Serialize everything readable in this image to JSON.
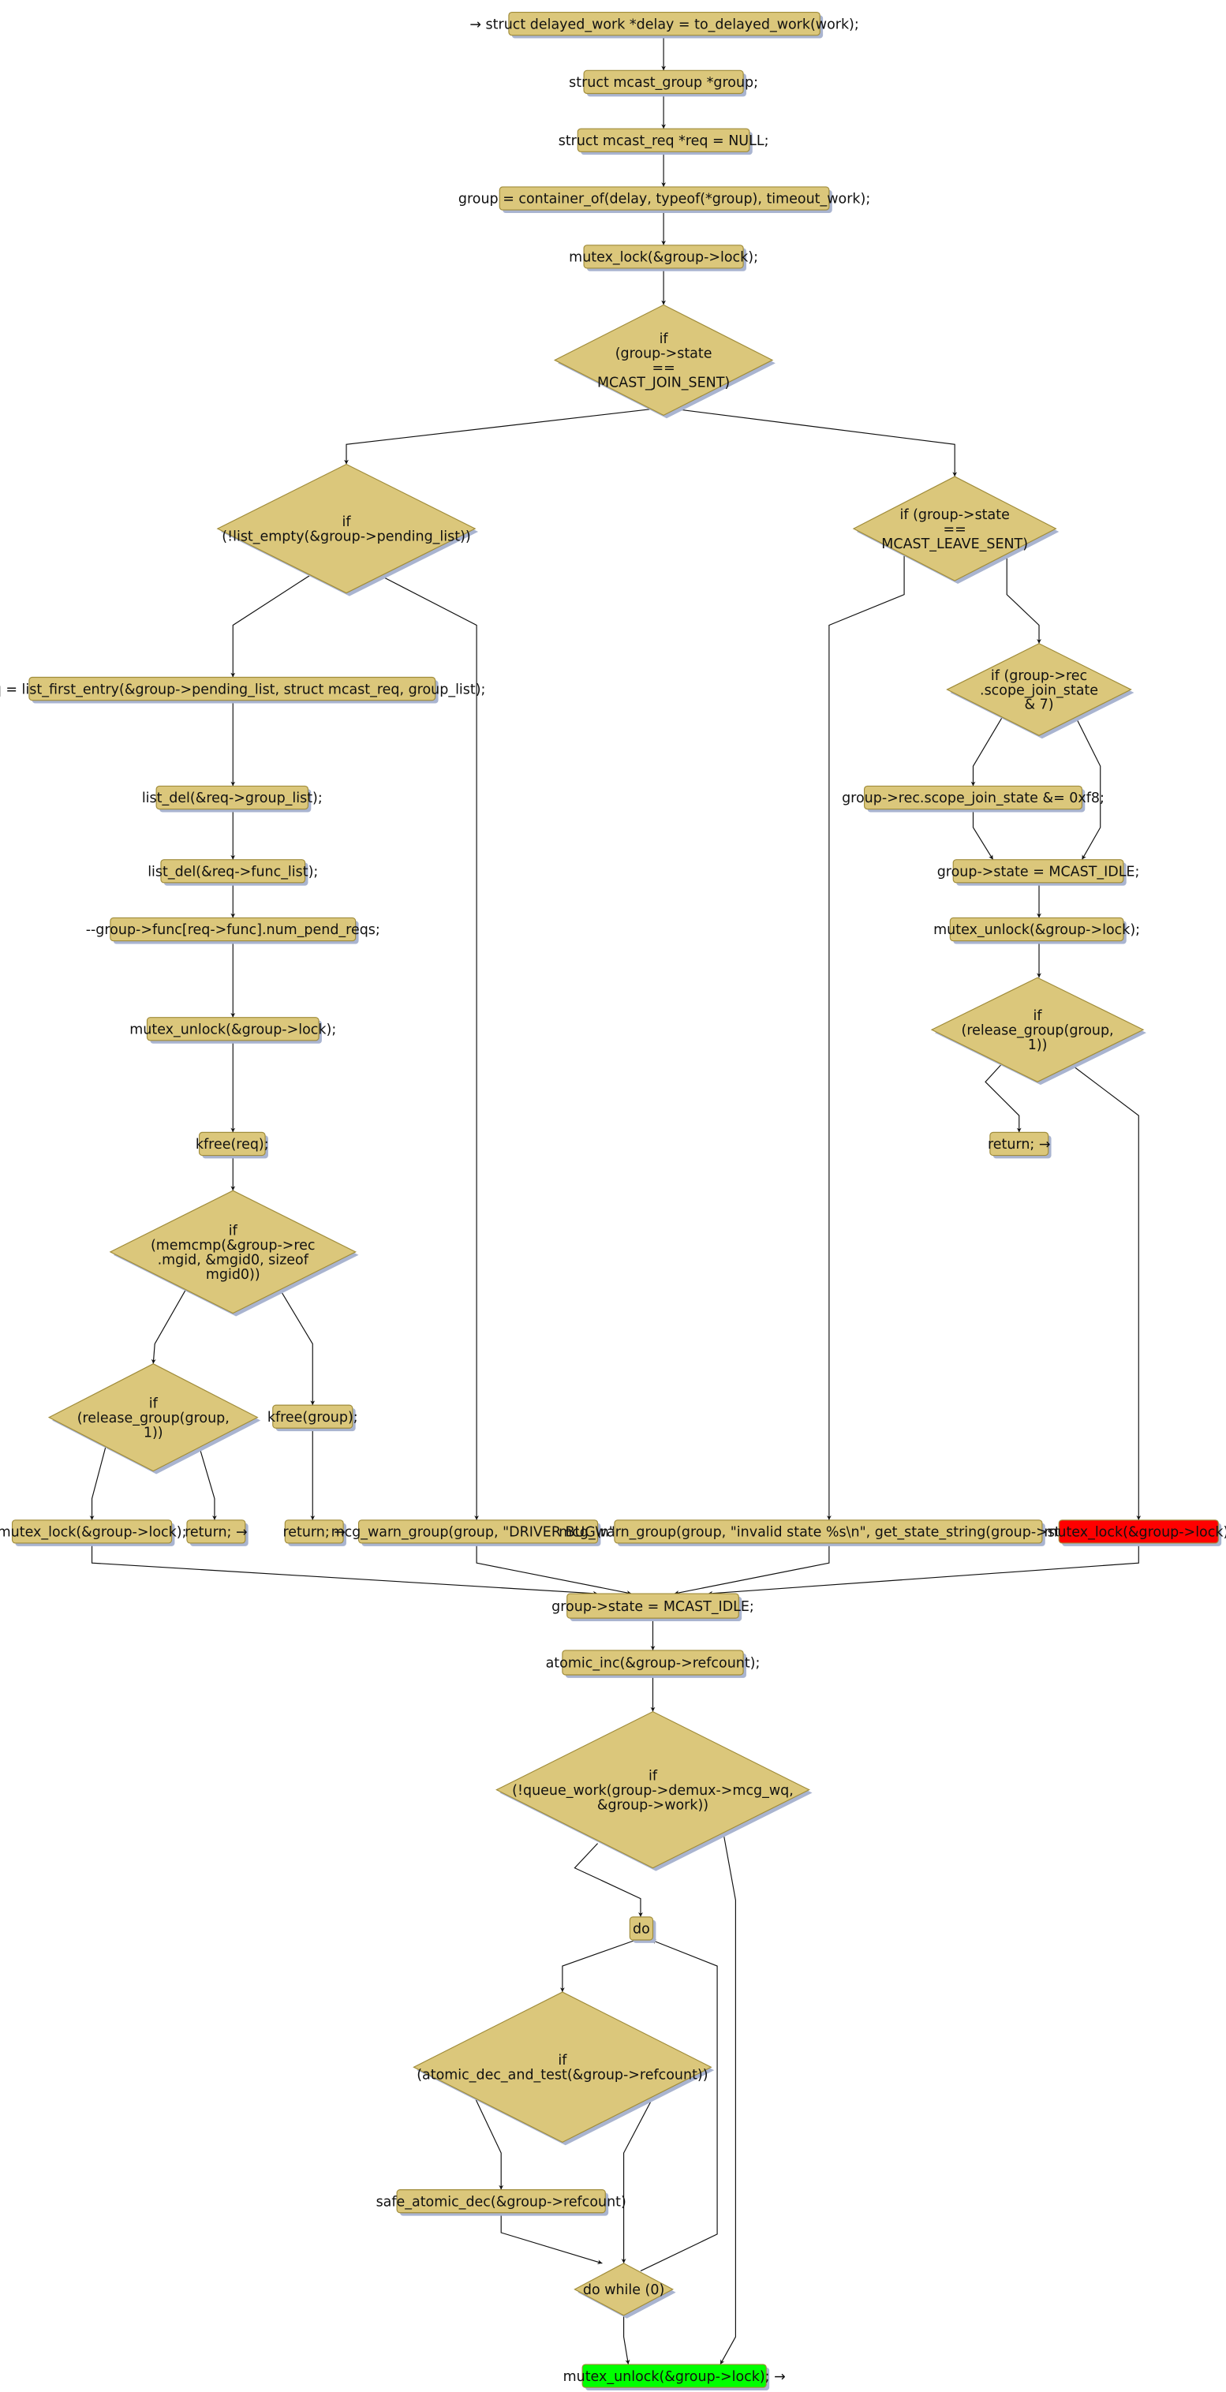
{
  "colors": {
    "node_fill": "#dbc77b",
    "node_stroke": "#a08c3a",
    "shadow": "#a9b4d0",
    "error_fill": "#ff0000",
    "exit_fill": "#00ff00"
  },
  "nodes": [
    {
      "id": "n1",
      "kind": "box",
      "lines": [
        "→ struct delayed_work *delay = to_delayed_work(work);"
      ]
    },
    {
      "id": "n2",
      "kind": "box",
      "lines": [
        "struct mcast_group *group;"
      ]
    },
    {
      "id": "n3",
      "kind": "box",
      "lines": [
        "struct mcast_req *req = NULL;"
      ]
    },
    {
      "id": "n4",
      "kind": "box",
      "lines": [
        "group = container_of(delay, typeof(*group), timeout_work);"
      ]
    },
    {
      "id": "n5",
      "kind": "box",
      "lines": [
        "mutex_lock(&group->lock);"
      ]
    },
    {
      "id": "n6",
      "kind": "diamond",
      "lines": [
        "if",
        "(group->state",
        "==",
        "MCAST_JOIN_SENT)"
      ]
    },
    {
      "id": "n7",
      "kind": "diamond",
      "lines": [
        "if",
        "(!list_empty(&group->pending_list))"
      ]
    },
    {
      "id": "n8",
      "kind": "diamond",
      "lines": [
        "if (group->state",
        "==",
        "MCAST_LEAVE_SENT)"
      ]
    },
    {
      "id": "n9",
      "kind": "box",
      "lines": [
        "req = list_first_entry(&group->pending_list, struct mcast_req, group_list);"
      ]
    },
    {
      "id": "n10",
      "kind": "box",
      "lines": [
        "list_del(&req->group_list);"
      ]
    },
    {
      "id": "n11",
      "kind": "box",
      "lines": [
        "list_del(&req->func_list);"
      ]
    },
    {
      "id": "n12",
      "kind": "box",
      "lines": [
        "--group->func[req->func].num_pend_reqs;"
      ]
    },
    {
      "id": "n13",
      "kind": "box",
      "lines": [
        "mutex_unlock(&group->lock);"
      ]
    },
    {
      "id": "n14",
      "kind": "box",
      "lines": [
        "kfree(req);"
      ]
    },
    {
      "id": "n15",
      "kind": "diamond",
      "lines": [
        "if",
        "(memcmp(&group->rec",
        ".mgid, &mgid0, sizeof",
        "mgid0))"
      ]
    },
    {
      "id": "n16",
      "kind": "diamond",
      "lines": [
        "if",
        "(release_group(group,",
        "1))"
      ]
    },
    {
      "id": "n17",
      "kind": "box",
      "lines": [
        "kfree(group);"
      ]
    },
    {
      "id": "n18",
      "kind": "box",
      "lines": [
        "mutex_lock(&group->lock);"
      ]
    },
    {
      "id": "n19",
      "kind": "box",
      "lines": [
        "return; →"
      ]
    },
    {
      "id": "n20",
      "kind": "box",
      "lines": [
        "return; →"
      ]
    },
    {
      "id": "n21",
      "kind": "box",
      "lines": [
        "mcg_warn_group(group, \"DRIVER BUG\\n\");"
      ]
    },
    {
      "id": "n22",
      "kind": "box",
      "lines": [
        "mcg_warn_group(group, \"invalid state %s\\n\", get_state_string(group->state));"
      ]
    },
    {
      "id": "n23",
      "kind": "box",
      "variant": "error",
      "lines": [
        "mutex_lock(&group->lock);"
      ]
    },
    {
      "id": "n24",
      "kind": "diamond",
      "lines": [
        "if (group->rec",
        ".scope_join_state",
        "& 7)"
      ]
    },
    {
      "id": "n25",
      "kind": "box",
      "lines": [
        "group->rec.scope_join_state &= 0xf8;"
      ]
    },
    {
      "id": "n26",
      "kind": "box",
      "lines": [
        "group->state = MCAST_IDLE;"
      ]
    },
    {
      "id": "n27",
      "kind": "box",
      "lines": [
        "mutex_unlock(&group->lock);"
      ]
    },
    {
      "id": "n28",
      "kind": "diamond",
      "lines": [
        "if",
        "(release_group(group,",
        "1))"
      ]
    },
    {
      "id": "n29",
      "kind": "box",
      "lines": [
        "return; →"
      ]
    },
    {
      "id": "n30",
      "kind": "box",
      "lines": [
        "group->state = MCAST_IDLE;"
      ]
    },
    {
      "id": "n31",
      "kind": "box",
      "lines": [
        "atomic_inc(&group->refcount);"
      ]
    },
    {
      "id": "n32",
      "kind": "diamond",
      "lines": [
        "if",
        "(!queue_work(group->demux->mcg_wq,",
        "&group->work))"
      ]
    },
    {
      "id": "n33",
      "kind": "box",
      "lines": [
        "do"
      ]
    },
    {
      "id": "n34",
      "kind": "diamond",
      "lines": [
        "if",
        "(atomic_dec_and_test(&group->refcount))"
      ]
    },
    {
      "id": "n35",
      "kind": "box",
      "lines": [
        "safe_atomic_dec(&group->refcount)"
      ]
    },
    {
      "id": "n36",
      "kind": "diamond",
      "lines": [
        "do while (0)"
      ]
    },
    {
      "id": "n37",
      "kind": "box",
      "variant": "exit",
      "lines": [
        "mutex_unlock(&group->lock); →"
      ]
    }
  ]
}
